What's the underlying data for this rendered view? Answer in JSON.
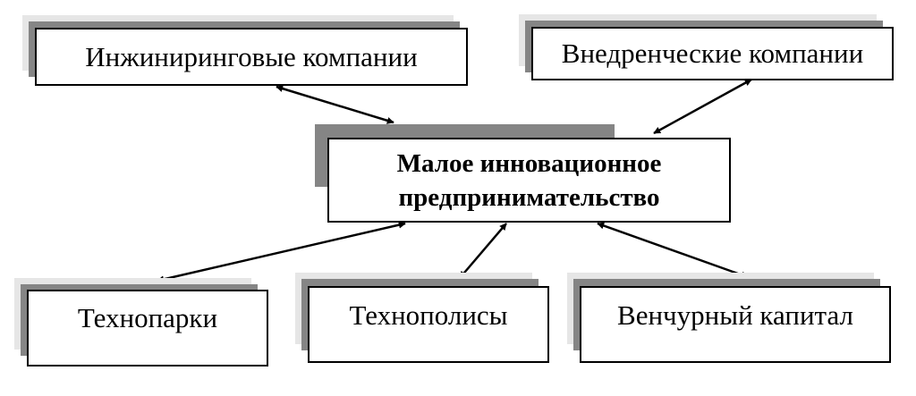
{
  "diagram": {
    "center": {
      "line1": "Малое инновационное",
      "line2": "предпринимательство"
    },
    "nodes": {
      "engineering": "Инжиниринговые компании",
      "implementing": "Внедренческие компании",
      "technoparks": "Технопарки",
      "technopolises": "Технополисы",
      "venture": "Венчурный капитал"
    },
    "colors": {
      "shadow_light": "#e6e6e6",
      "shadow_dark": "#858585",
      "border": "#000000"
    }
  }
}
